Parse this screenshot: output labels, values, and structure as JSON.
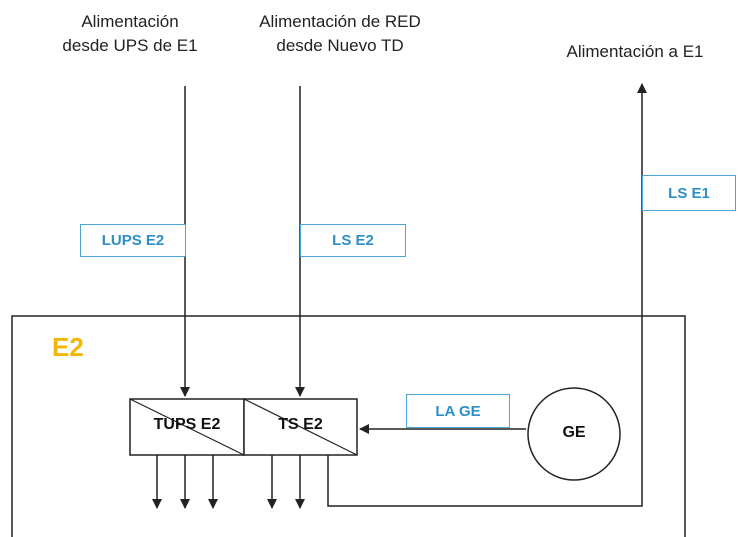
{
  "captions": {
    "ups_feed": "Alimentación\ndesde UPS de E1",
    "red_feed": "Alimentación de RED\ndesde Nuevo TD",
    "out_feed": "Alimentación a E1"
  },
  "tags": {
    "lups_e2": "LUPS E2",
    "ls_e2": "LS E2",
    "ls_e1": "LS E1",
    "la_ge": "LA GE"
  },
  "zone": {
    "label": "E2"
  },
  "boards": {
    "tups": "TUPS E2",
    "ts": "TS E2"
  },
  "generator": {
    "label": "GE"
  },
  "colors": {
    "line": "#222222",
    "tag_border": "#4aa3d8",
    "tag_text": "#2e8ec9",
    "zone_label": "#f2b705"
  }
}
